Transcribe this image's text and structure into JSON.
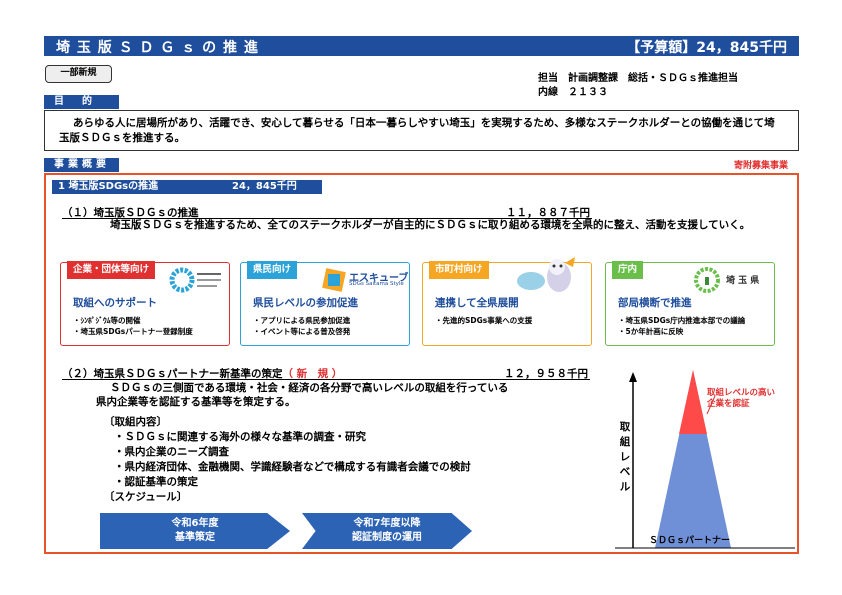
{
  "header": {
    "title": "埼 玉 版 Ｓ Ｄ Ｇ ｓ の 推 進",
    "budget": "【予算額】24，845千円"
  },
  "tag_new": "一部新規",
  "owner": {
    "line1": "担当　計画調整課　総括・ＳＤＧｓ推進担当",
    "line2": "内線　２１３３"
  },
  "purpose": {
    "label": "目　的",
    "text": "あらゆる人に居場所があり、活躍でき、安心して暮らせる「日本一暮らしやすい埼玉」を実現するため、多様なステークホルダーとの協働を通じて埼玉版ＳＤＧｓを推進する。"
  },
  "overview": {
    "label": "事業概要",
    "kifu": "寄附募集事業"
  },
  "section1": {
    "label": "1 埼玉版SDGsの推進",
    "amount": "24，845千円"
  },
  "part1": {
    "title": "（１）埼玉版ＳＤＧｓの推進",
    "amount": "１１，８８７千円",
    "body": "埼玉版ＳＤＧｓを推進するため、全てのステークホルダーが自主的にＳＤＧｓに取り組める環境を全県的に整え、活動を支援していく。"
  },
  "cards": [
    {
      "tag": "企業・団体等向け",
      "head": "取組へのサポート",
      "items": "・ｼﾝﾎﾟｼﾞｳﾑ等の開催\n・埼玉県SDGsパートナー登録制度",
      "color": "#e03030"
    },
    {
      "tag": "県民向け",
      "head": "県民レベルの参加促進",
      "items": "・アプリによる県民参加促進\n・イベント等による普及啓発",
      "color": "#2ba3d8"
    },
    {
      "tag": "市町村向け",
      "head": "連携して全県展開",
      "items": "・先進的SDGs事業への支援",
      "color": "#f5a623"
    },
    {
      "tag": "庁内",
      "head": "部局横断で推進",
      "items": "・埼玉県SDGs庁内推進本部での議論\n・5か年計画に反映",
      "color": "#6abf4b"
    }
  ],
  "logos": {
    "card2": "エスキューブ",
    "card2_sub": "SDGs Saitama Style",
    "card4": "埼 玉 県"
  },
  "part2": {
    "title": "（２）埼玉県ＳＤＧｓパートナー新基準の策定",
    "new": "（ 新　規 ）",
    "amount": "１２，９５８千円",
    "body1": "ＳＤＧｓの三側面である環境・社会・経済の各分野で高いレベルの取組を行っている",
    "body2": "県内企業等を認証する基準等を策定する。",
    "contents_label": "〔取組内容〕",
    "contents": [
      "・ＳＤＧｓに関連する海外の様々な基準の調査・研究",
      "・県内企業のニーズ調査",
      "・県内経済団体、金融機関、学識経験者などで構成する有識者会議での検討",
      "・認証基準の策定"
    ],
    "schedule_label": "〔スケジュール〕",
    "arrow1_line1": "令和6年度",
    "arrow1_line2": "基準策定",
    "arrow2_line1": "令和7年度以降",
    "arrow2_line2": "認証制度の運用"
  },
  "pyramid": {
    "vertical_label": "取組レベル",
    "red_label1": "取組レベルの高い",
    "red_label2": "企業を認証",
    "bottom_label": "ＳＤＧｓパートナー"
  }
}
